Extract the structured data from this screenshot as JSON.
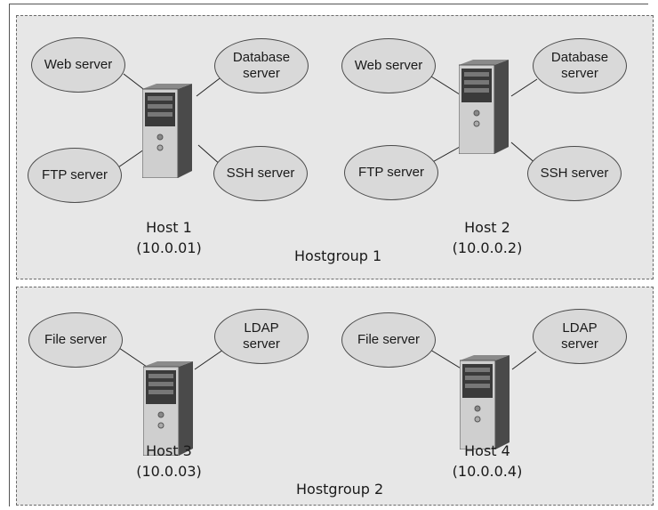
{
  "groups": [
    {
      "label": "Hostgroup 1",
      "hosts": [
        {
          "name": "Host 1",
          "ip": "(10.0.01)",
          "services": [
            "Web server",
            "Database\nserver",
            "FTP server",
            "SSH server"
          ]
        },
        {
          "name": "Host 2",
          "ip": "(10.0.0.2)",
          "services": [
            "Web server",
            "Database\nserver",
            "FTP server",
            "SSH server"
          ]
        }
      ]
    },
    {
      "label": "Hostgroup 2",
      "hosts": [
        {
          "name": "Host 3",
          "ip": "(10.0.03)",
          "services": [
            "File server",
            "LDAP\nserver"
          ]
        },
        {
          "name": "Host 4",
          "ip": "(10.0.0.4)",
          "services": [
            "File server",
            "LDAP\nserver"
          ]
        }
      ]
    }
  ],
  "colors": {
    "group_fill": "#e7e7e7",
    "ellipse_fill": "#d9d9d9",
    "outline": "#4a4a4a",
    "server_body": "#6b6b6b"
  },
  "icons": {
    "host": "tower-server-icon"
  }
}
